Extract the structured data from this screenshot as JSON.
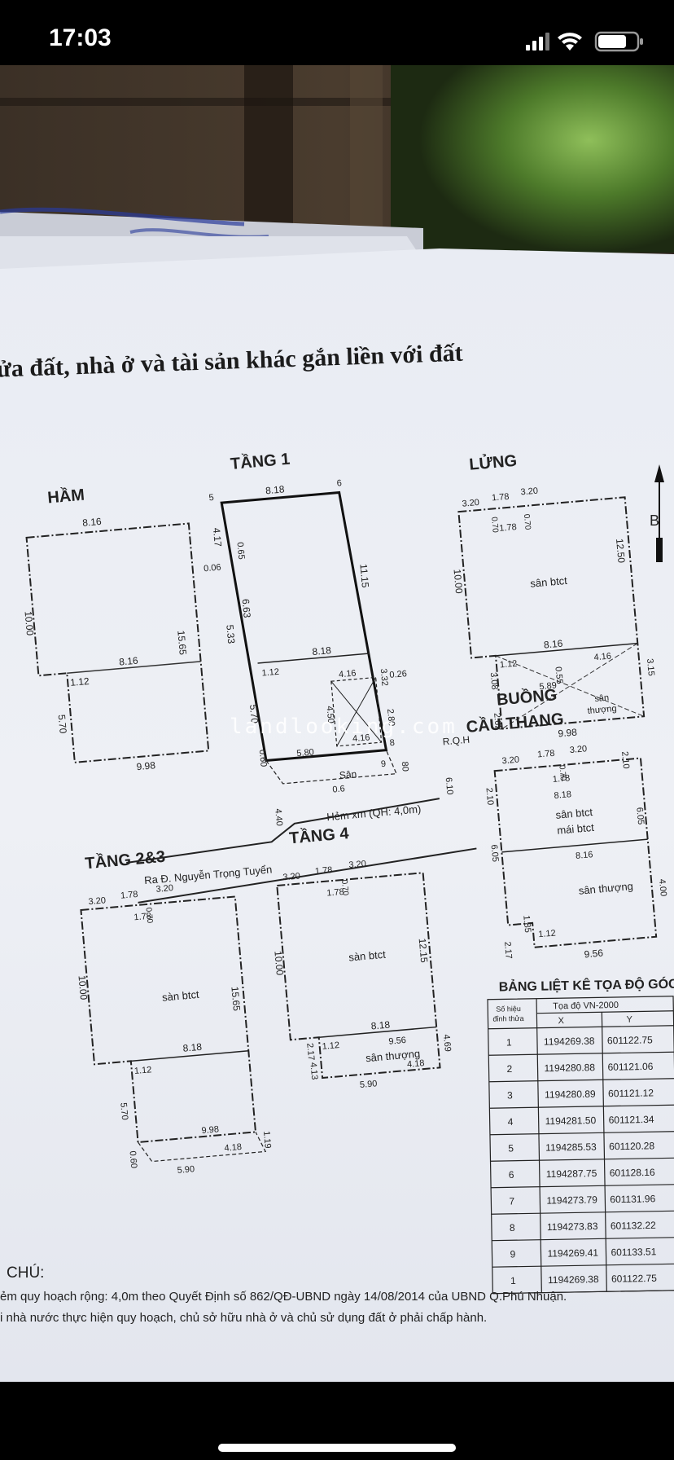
{
  "status_bar": {
    "time": "17:03"
  },
  "document": {
    "heading": "ửa đất, nhà ở và tài sản khác gắn liền với đất",
    "north_label": "B",
    "plans": {
      "ham": {
        "title": "HẦM",
        "dims": [
          "8.16",
          "10.00",
          "15.65",
          "8.16",
          "1.12",
          "5.70",
          "9.98"
        ]
      },
      "tang1": {
        "title": "TẦNG 1",
        "pts": [
          "5",
          "6",
          "8",
          "9"
        ],
        "dims": [
          "8.18",
          "11.15",
          "4.17",
          "0.65",
          "0.06",
          "6.63",
          "5.33",
          "8.18",
          "3.32",
          "0.26",
          "4.16",
          "1.12",
          "4.50",
          "2.80",
          "5.70",
          "5.80",
          "4.16",
          "0.60",
          "0.6",
          "80",
          "6.10",
          "4.40"
        ],
        "san": "Sân",
        "rqh": "R.Q.H",
        "hem": "Hẻm xm (QH: 4,0m)",
        "street": "Ra Đ. Nguyễn Trọng Tuyển"
      },
      "lung": {
        "title": "LỬNG",
        "dims": [
          "3.20",
          "1.78",
          "3.20",
          "0.70",
          "0.70",
          "1.78",
          "12.50",
          "10.00",
          "8.16",
          "1.12",
          "0.55",
          "4.16",
          "3.15",
          "3.08",
          "5.89",
          "2.62",
          "9.98"
        ],
        "floor": "sân btct"
      },
      "buong": {
        "title1": "BUỒNG",
        "title2": "CẦU THANG",
        "terrace_top1": "sân",
        "terrace_top2": "thượng",
        "dims": [
          "3.20",
          "1.78",
          "3.20",
          "0.70",
          "2.10",
          "2.10",
          "1.78",
          "8.18",
          "6.05",
          "6.05",
          "8.16",
          "4.00",
          "1.85",
          "1.12",
          "2.17",
          "9.56"
        ],
        "floor1": "sân btct",
        "floor2": "mái btct",
        "floor3": "sân thượng"
      },
      "tang23": {
        "title": "TẦNG 2&3",
        "dims": [
          "3.20",
          "1.78",
          "3.20",
          "0.70",
          "1.78",
          "10.00",
          "15.65",
          "8.18",
          "1.12",
          "5.70",
          "9.98",
          "1.19",
          "0.60",
          "4.18",
          "5.90"
        ],
        "floor": "sàn btct"
      },
      "tang4": {
        "title": "TẦNG 4",
        "dims": [
          "3.20",
          "1.78",
          "3.20",
          "0.70",
          "1.78",
          "12.15",
          "10.00",
          "8.18",
          "1.12",
          "9.56",
          "2.17",
          "4.13",
          "4.69",
          "4.18",
          "5.90"
        ],
        "floor": "sàn btct",
        "terrace": "sân thượng"
      }
    },
    "watermark": "landlooking.com",
    "coord_table": {
      "title": "BẢNG LIỆT KÊ TỌA ĐỘ GÓC",
      "header_col1a": "Số hiệu",
      "header_col1b": "đỉnh thửa",
      "header_span": "Tọa độ VN-2000",
      "header_x": "X",
      "header_y": "Y",
      "rows": [
        [
          "1",
          "1194269.38",
          "601122.75"
        ],
        [
          "2",
          "1194280.88",
          "601121.06"
        ],
        [
          "3",
          "1194280.89",
          "601121.12"
        ],
        [
          "4",
          "1194281.50",
          "601121.34"
        ],
        [
          "5",
          "1194285.53",
          "601120.28"
        ],
        [
          "6",
          "1194287.75",
          "601128.16"
        ],
        [
          "7",
          "1194273.79",
          "601131.96"
        ],
        [
          "8",
          "1194273.83",
          "601132.22"
        ],
        [
          "9",
          "1194269.41",
          "601133.51"
        ],
        [
          "1",
          "1194269.38",
          "601122.75"
        ]
      ]
    },
    "notes": {
      "label": "CHÚ:",
      "line1": "ẻm quy hoạch rộng: 4,0m theo Quyết Định số 862/QĐ-UBND ngày 14/08/2014 của UBND Q.Phú Nhuận.",
      "line2": "i nhà nước thực hiện quy hoạch, chủ sở hữu nhà ở và chủ sử dụng đất ở phải chấp hành."
    }
  }
}
